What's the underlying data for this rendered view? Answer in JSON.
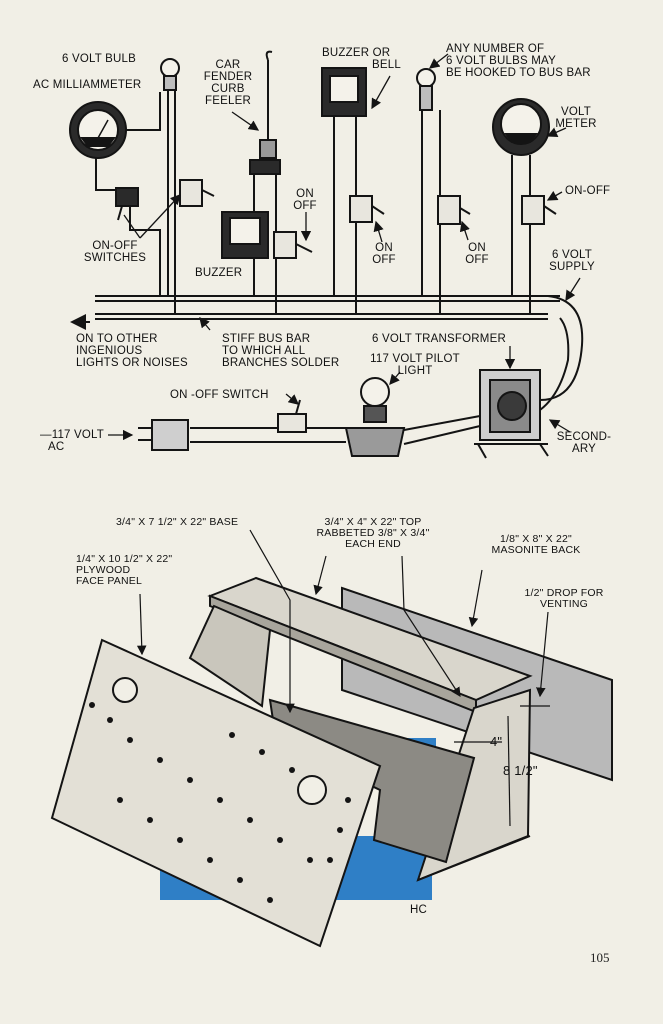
{
  "wiring": {
    "bulb_label": "6 VOLT BULB",
    "milliammeter_label": "AC MILLIAMMETER",
    "feeler_label": [
      "CAR",
      "FENDER",
      "CURB",
      "FEELER"
    ],
    "buzzer_bell_label": [
      "BUZZER OR",
      "BELL"
    ],
    "bulbs_note": [
      "ANY NUMBER OF",
      "6 VOLT BULBS MAY",
      "BE HOOKED TO BUS BAR"
    ],
    "voltmeter_label": [
      "VOLT",
      "METER"
    ],
    "onoff_right": "ON-OFF",
    "on_off_top": [
      "ON",
      "OFF"
    ],
    "on_off_mid1": [
      "ON",
      "OFF"
    ],
    "on_off_mid2": [
      "ON",
      "OFF"
    ],
    "switches_label": [
      "ON-OFF",
      "SWITCHES"
    ],
    "buzzer_label": "BUZZER",
    "supply_label": [
      "6 VOLT",
      "SUPPLY"
    ],
    "other_label": [
      "ON TO OTHER",
      "INGENIOUS",
      "LIGHTS OR NOISES"
    ],
    "busbar_label": [
      "STIFF BUS BAR",
      "TO WHICH ALL",
      "BRANCHES SOLDER"
    ],
    "transformer_label": "6 VOLT TRANSFORMER",
    "pilot_label": [
      "117 VOLT PILOT",
      "LIGHT"
    ],
    "switch_label": "ON -OFF SWITCH",
    "ac_label": [
      "—117 VOLT",
      "AC"
    ],
    "secondary_label": [
      "SECOND-",
      "ARY"
    ]
  },
  "cabinet": {
    "base_label": "3/4\" X 7 1/2\" X 22\" BASE",
    "top_label": [
      "3/4\" X 4\" X 22\" TOP",
      "RABBETED 3/8\" X 3/4\"",
      "EACH END"
    ],
    "back_label": [
      "1/8\" X 8\" X 22\"",
      "MASONITE BACK"
    ],
    "face_label": [
      "1/4\" X 10 1/2\" X 22\"",
      "PLYWOOD",
      "FACE PANEL"
    ],
    "drop_label": [
      "1/2\" DROP FOR",
      "VENTING"
    ],
    "dim_depth": "4\"",
    "dim_height": "8 1/2\"",
    "initials": "HC"
  },
  "page_number": "105",
  "colors": {
    "paper": "#f1efe6",
    "ink": "#141414",
    "blue": "#2f7fc6",
    "wood": "#d9d6cc"
  }
}
